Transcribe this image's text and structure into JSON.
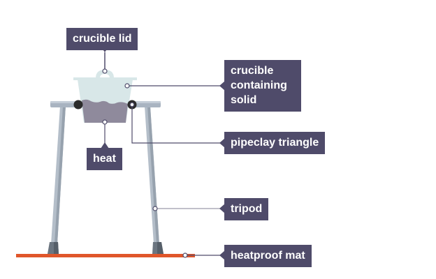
{
  "diagram": {
    "title": "Heating a solid in a crucible",
    "colors": {
      "label_bg": "#4f4b6a",
      "label_text": "#ffffff",
      "crucible": "#d8e7e8",
      "solid": "#8f8a9c",
      "tripod": "#a8b3c0",
      "tripod_top": "#a5b0bd",
      "tripod_feet": "#5f6872",
      "mat": "#e0562a",
      "pipeclay": "#2b2b2b",
      "leader_line": "#4f4b6a"
    },
    "labels": [
      {
        "id": "crucible-lid",
        "text": "crucible lid"
      },
      {
        "id": "crucible-containing-solid",
        "text": "crucible\ncontaining\nsolid"
      },
      {
        "id": "pipeclay-triangle",
        "text": "pipeclay triangle"
      },
      {
        "id": "heat",
        "text": "heat"
      },
      {
        "id": "tripod",
        "text": "tripod"
      },
      {
        "id": "heatproof-mat",
        "text": "heatproof mat"
      }
    ]
  }
}
